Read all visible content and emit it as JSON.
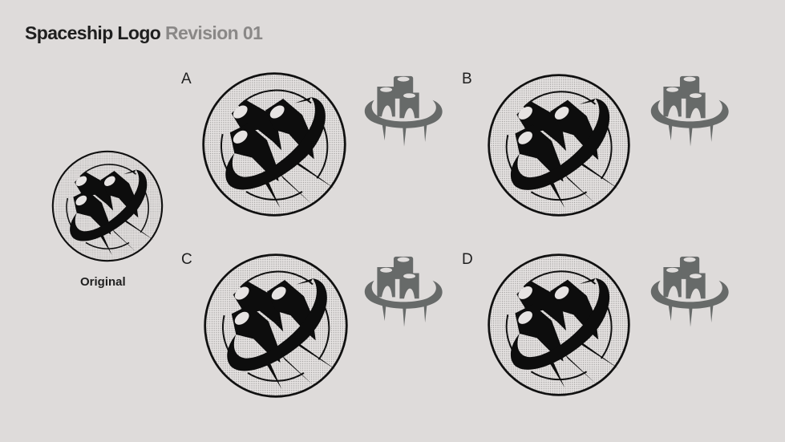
{
  "header": {
    "title_main": "Spaceship Logo",
    "title_revision": "Revision 01"
  },
  "original": {
    "label": "Original"
  },
  "variants": [
    {
      "label": "A"
    },
    {
      "label": "B"
    },
    {
      "label": "C"
    },
    {
      "label": "D"
    }
  ],
  "colors": {
    "background": "#dedbda",
    "logo_black": "#0d0d0d",
    "side_view_gray": "#676a69",
    "title_dark": "#1f1f1f",
    "title_gray": "#8a8887"
  }
}
